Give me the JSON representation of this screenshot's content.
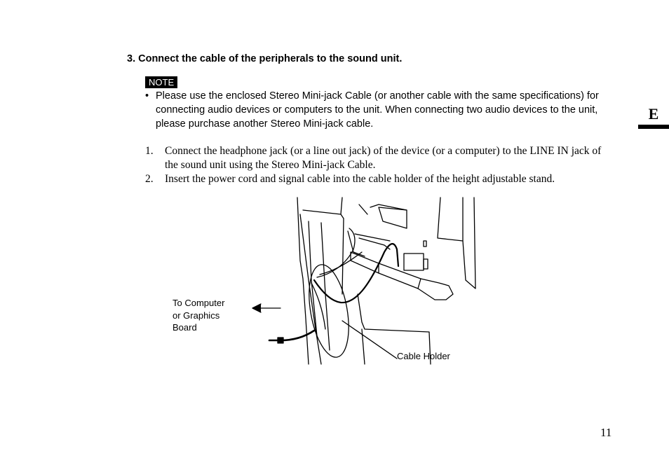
{
  "heading": "3.  Connect the cable of the peripherals to the sound unit.",
  "note": {
    "badge": "NOTE",
    "bullet_symbol": "•",
    "text": "Please use the enclosed Stereo Mini-jack Cable (or another cable with the same specifications) for connecting audio devices or computers to the unit.  When connecting two audio devices to the unit, please purchase another Stereo Mini-jack cable."
  },
  "steps": [
    {
      "num": "1.",
      "text": "Connect the headphone jack (or a line out jack) of the device (or a computer) to the LINE IN jack of the sound unit using the Stereo Mini-jack Cable."
    },
    {
      "num": "2.",
      "text": "Insert the power cord and signal cable into the cable holder of the height adjustable stand."
    }
  ],
  "figure": {
    "label_computer": [
      "To Computer",
      "or Graphics",
      "Board"
    ],
    "label_holder": "Cable Holder"
  },
  "side_tab": "E",
  "page_number": "11"
}
